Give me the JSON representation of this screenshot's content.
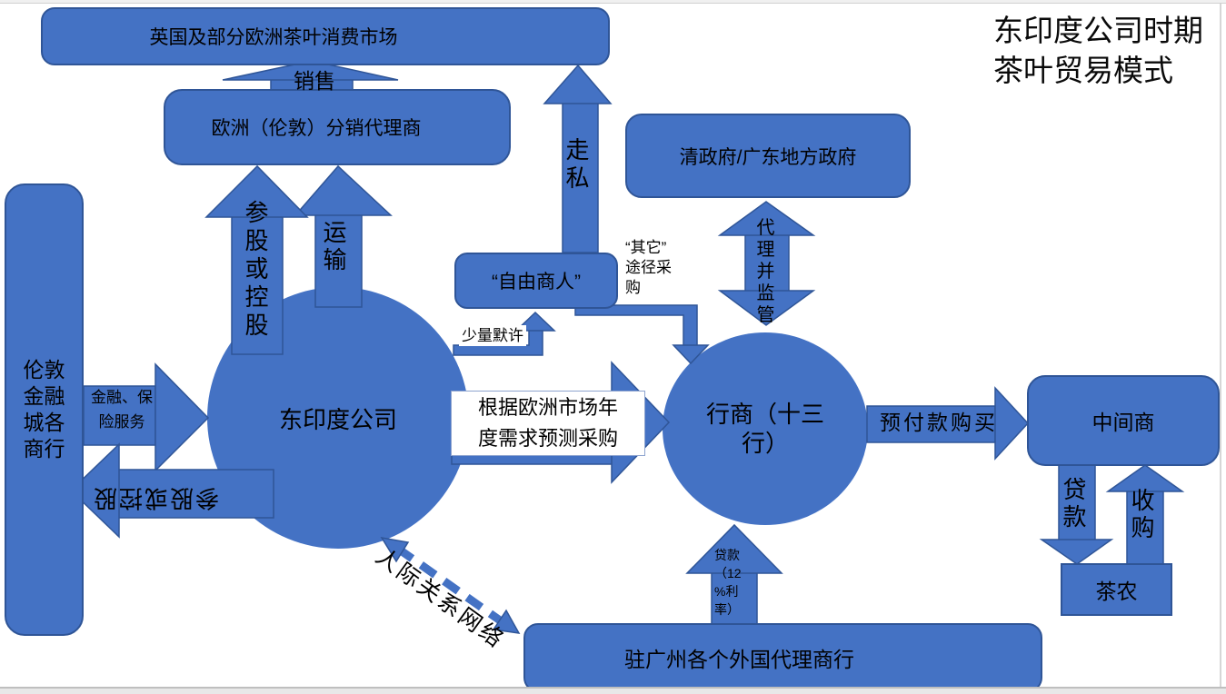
{
  "title_lines": [
    "东印度公司时期",
    "茶叶贸易模式"
  ],
  "colors": {
    "shape_fill": "#4472C4",
    "shape_border": "#2F5597",
    "label_text": "#000000"
  },
  "nodes": {
    "market": "英国及部分欧洲茶叶消费市场",
    "europe_agent": "欧洲（伦敦）分销代理商",
    "london_banks_lines": [
      "伦敦",
      "金融",
      "城各",
      "商行"
    ],
    "eic": "东印度公司",
    "free_merchant": "“自由商人”",
    "qing_gov": "清政府/广东地方政府",
    "hong": "行商（十三行）",
    "middleman": "中间商",
    "tea_farmer": "茶农",
    "guangzhou_agents": "驻广州各个外国代理商行"
  },
  "edges": {
    "sales": "销售",
    "transport": "运输",
    "equity_up": "参股或控股",
    "equity_left": "参股或控股",
    "finance_lines": [
      "金融、保",
      "险服务"
    ],
    "smuggle": "走私",
    "tacit": "少量默许",
    "other_channel_lines": [
      "“其它”",
      "途径采",
      "购"
    ],
    "procurement_lines": [
      "根据欧洲市场年",
      "度需求预测采购"
    ],
    "supervise": "代理并监管",
    "prepay": "预付款购买",
    "loan": "贷款",
    "buyback": "收购",
    "loan_12_lines": [
      "贷款",
      "（12",
      "%利",
      "率）"
    ],
    "network": "人际关系网络"
  }
}
